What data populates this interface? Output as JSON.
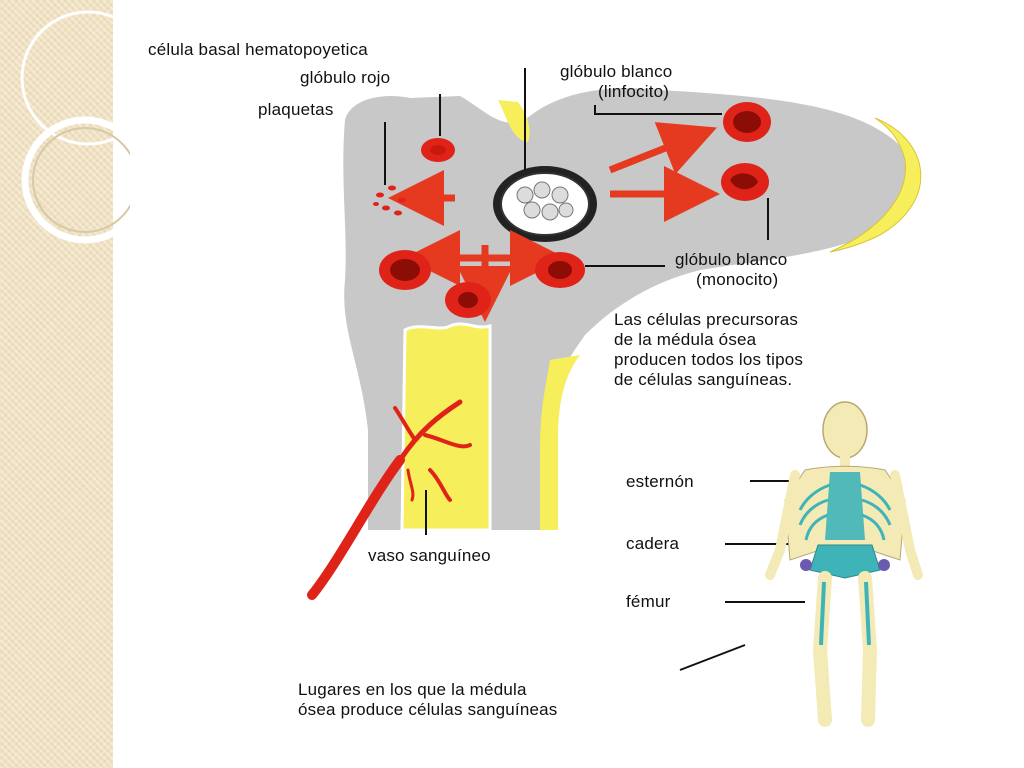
{
  "labels": {
    "stem_cell": "célula basal hematopoyetica",
    "red_cell": "glóbulo rojo",
    "platelets": "plaquetas",
    "wbc_lymph_1": "glóbulo blanco",
    "wbc_lymph_2": "(linfocito)",
    "wbc_mono_1": "glóbulo blanco",
    "wbc_mono_2": "(monocito)",
    "precursor_1": "Las células precursoras",
    "precursor_2": "de la médula ósea",
    "precursor_3": "producen todos los tipos",
    "precursor_4": "de células sanguíneas.",
    "sternum": "esternón",
    "hip": "cadera",
    "femur": "fémur",
    "vessel": "vaso sanguíneo",
    "places_1": "Lugares en los que la médula",
    "places_2": "ósea produce células sanguíneas"
  },
  "colors": {
    "bone": "#c8c8c8",
    "marrow": "#f7ee5c",
    "cell_red": "#e02318",
    "cell_dark": "#8c0d05",
    "skeleton_blue": "#3fb4b8",
    "skeleton_cream": "#f4eab6",
    "strip": "#efe0c0"
  }
}
